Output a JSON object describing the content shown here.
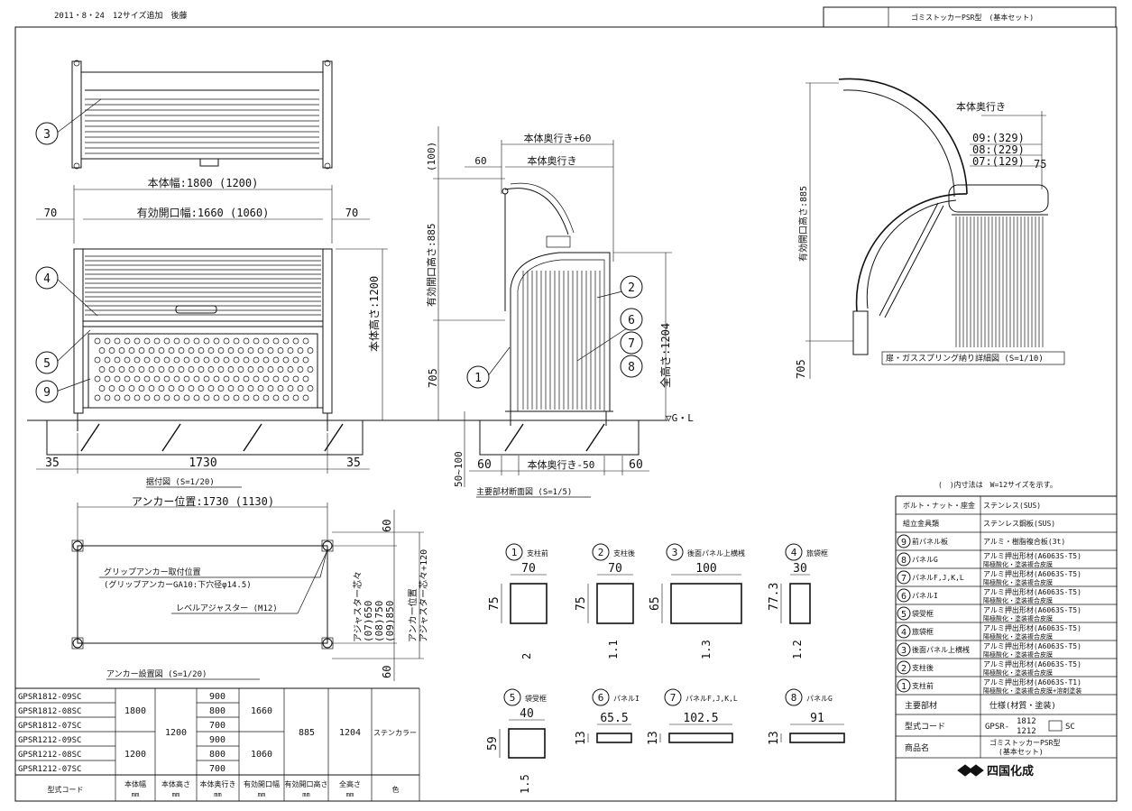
{
  "header": {
    "date_note": "2011・8・24　12サイズ追加　後藤",
    "title_box": "ゴミストッカーPSR型　(基本セット)"
  },
  "front_view": {
    "body_width": "本体幅:1800 (1200)",
    "eff_width": "有効開口幅:1660 (1060)",
    "side_left": "70",
    "side_right": "70",
    "body_height": "本体高さ:1200",
    "bottom": "1730",
    "bottom_left": "35",
    "bottom_right": "35",
    "caption": "据付図 (S=1/20)"
  },
  "section_view": {
    "depth_plus": "本体奥行き+60",
    "depth": "本体奥行き",
    "sixty_top": "60",
    "v100": "(100)",
    "eff_height": "有効開口高さ:885",
    "v705": "705",
    "total_height": "全高さ:1204",
    "gl": "▽G・L",
    "range": "50~100",
    "b60l": "60",
    "b60r": "60",
    "depth_minus": "本体奥行き-50",
    "caption": "主要部材断面図 (S=1/5)"
  },
  "detail_view": {
    "depth": "本体奥行き",
    "d09": "09:(329)",
    "d08": "08:(229)",
    "d07": "07:(129)",
    "v75": "75",
    "eff_height": "有効開口高さ:885",
    "v705": "705",
    "caption": "扉・ガススプリング納り詳細図 (S=1/10)"
  },
  "note": "(　)内寸法は　W=12サイズを示す。",
  "anchor_view": {
    "anchor_pos": "アンカー位置:1730 (1130)",
    "grip": "グリップアンカー取付位置",
    "grip_spec": "(グリップアンカーGA10:下穴径φ14.5)",
    "leveler": "レベルアジャスター (M12)",
    "adj_label": "アジャスター芯々",
    "a07": "(07)650",
    "a08": "(08)750",
    "a09": "(09)850",
    "anchor_v": "アンカー位置",
    "anchor_v2": "アジャスター芯々+120",
    "v60t": "60",
    "v60b": "60",
    "caption": "アンカー設置図 (S=1/20)"
  },
  "model_table": {
    "rows": [
      "GPSR1812-09SC",
      "GPSR1812-08SC",
      "GPSR1812-07SC",
      "GPSR1212-09SC",
      "GPSR1212-08SC",
      "GPSR1212-07SC"
    ],
    "w1800": "1800",
    "w1200": "1200",
    "h1200": "1200",
    "depths": [
      "900",
      "800",
      "700",
      "900",
      "800",
      "700"
    ],
    "ew1660": "1660",
    "ew1060": "1060",
    "eh": "885",
    "th": "1204",
    "color": "ステンカラー",
    "headers": [
      {
        "top": "型式コード",
        "unit": ""
      },
      {
        "top": "本体幅",
        "unit": "mm"
      },
      {
        "top": "本体高さ",
        "unit": "mm"
      },
      {
        "top": "本体奥行き",
        "unit": "mm"
      },
      {
        "top": "有効開口幅",
        "unit": "mm"
      },
      {
        "top": "有効開口高さ",
        "unit": "mm"
      },
      {
        "top": "全高さ",
        "unit": "mm"
      },
      {
        "top": "色",
        "unit": ""
      }
    ]
  },
  "profiles": [
    {
      "num": "1",
      "name": "支柱前",
      "w": "70",
      "h": "75",
      "t": "2"
    },
    {
      "num": "2",
      "name": "支柱後",
      "w": "70",
      "h": "75",
      "t": "1.1"
    },
    {
      "num": "3",
      "name": "後面パネル上横桟",
      "w": "100",
      "h": "65",
      "t": "1.3"
    },
    {
      "num": "4",
      "name": "旅袋框",
      "w": "30",
      "h": "77.3",
      "t": "1.2"
    },
    {
      "num": "5",
      "name": "袋受框",
      "w": "40",
      "h": "59",
      "t": "1.5"
    },
    {
      "num": "6",
      "name": "パネルI",
      "w": "65.5",
      "h": "13",
      "t": ""
    },
    {
      "num": "7",
      "name": "パネルF,J,K,L",
      "w": "102.5",
      "h": "13",
      "t": ""
    },
    {
      "num": "8",
      "name": "パネルG",
      "w": "91",
      "h": "13",
      "t": ""
    }
  ],
  "parts_table": {
    "rows": [
      {
        "label": "ボルト・ナット・座金",
        "spec": "ステンレス(SUS)"
      },
      {
        "label": "組立金具類",
        "spec": "ステンレス鋼板(SUS)"
      },
      {
        "num": "9",
        "label": "前パネル板",
        "spec": "アルミ・樹脂複合板(3t)"
      },
      {
        "num": "8",
        "label": "パネルG",
        "spec": "アルミ押出形材(A6063S-T5)",
        "spec2": "陽極酸化・塗装複合皮膜"
      },
      {
        "num": "7",
        "label": "パネルF,J,K,L",
        "spec": "アルミ押出形材(A6063S-T5)",
        "spec2": "陽極酸化・塗装複合皮膜"
      },
      {
        "num": "6",
        "label": "パネルI",
        "spec": "アルミ押出形材(A6063S-T5)",
        "spec2": "陽極酸化・塗装複合皮膜"
      },
      {
        "num": "5",
        "label": "袋受框",
        "spec": "アルミ押出形材(A6063S-T5)",
        "spec2": "陽極酸化・塗装複合皮膜"
      },
      {
        "num": "4",
        "label": "旅袋框",
        "spec": "アルミ押出形材(A6063S-T5)",
        "spec2": "陽極酸化・塗装複合皮膜"
      },
      {
        "num": "3",
        "label": "後面パネル上横桟",
        "spec": "アルミ押出形材(A6063S-T5)",
        "spec2": "陽極酸化・塗装複合皮膜"
      },
      {
        "num": "2",
        "label": "支柱後",
        "spec": "アルミ押出形材(A6063S-T5)",
        "spec2": "陽極酸化・塗装複合皮膜"
      },
      {
        "num": "1",
        "label": "支柱前",
        "spec": "アルミ押出形材(A6063S-T1)",
        "spec2": "陽極酸化・塗装複合皮膜+溶剤塗装"
      }
    ],
    "main_label": "主要部材",
    "main_spec": "仕様(材質・塗装)",
    "code_label": "型式コード",
    "code_prefix": "GPSR-",
    "code_a": "1812",
    "code_b": "1212",
    "code_suffix": "SC",
    "product_label": "商品名",
    "product_1": "ゴミストッカーPSR型",
    "product_2": "(基本セット)",
    "logo": "四国化成"
  },
  "callouts": [
    "3",
    "4",
    "5",
    "9",
    "1",
    "2",
    "6",
    "7",
    "8"
  ]
}
